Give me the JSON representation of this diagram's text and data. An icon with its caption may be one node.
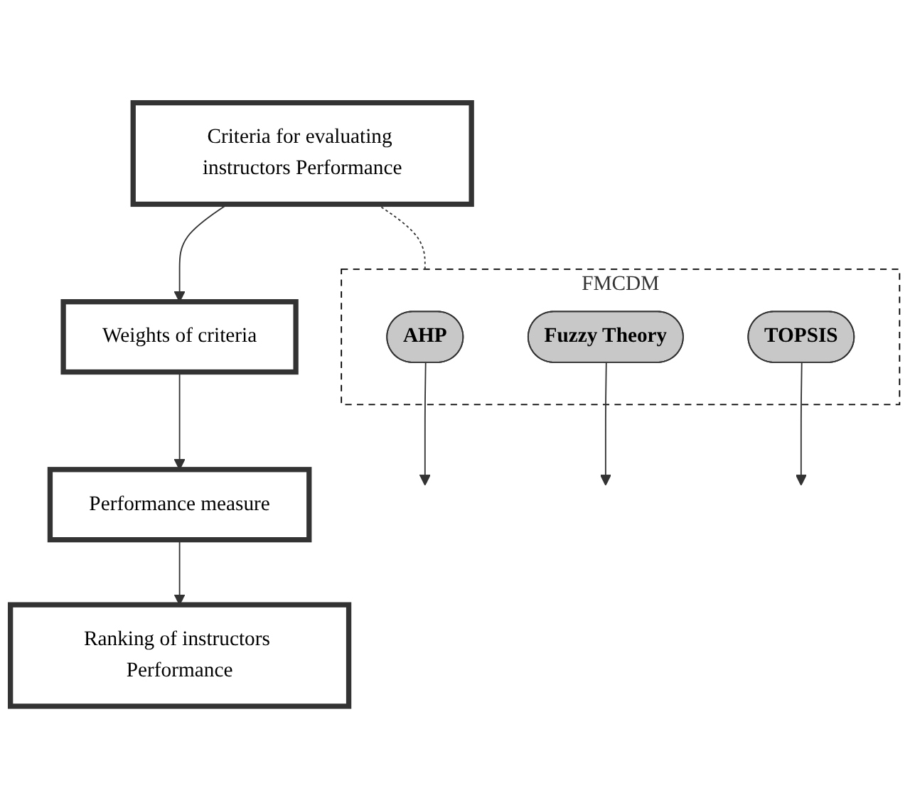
{
  "diagram": {
    "nodes": [
      {
        "text": [
          "Criteria for evaluating instructors Performance"
        ]
      },
      {
        "text": [
          "Weights of criteria"
        ]
      },
      {
        "text": [
          "Performance measure"
        ]
      },
      {
        "text": [
          "Ranking of instructors Performance"
        ]
      },
      {
        "text": [
          "FMCDM"
        ]
      },
      {
        "text": [
          "AHP"
        ],
        "in": 4
      },
      {
        "text": [
          "Fuzzy Theory"
        ],
        "in": 4
      },
      {
        "text": [
          "TOPSIS"
        ],
        "in": 4
      }
    ],
    "edges": [
      {
        "from": 0,
        "to": 1,
        "arrow": "to"
      },
      {
        "from": 1,
        "to": 2,
        "arrow": "to"
      },
      {
        "from": 2,
        "to": 3,
        "arrow": "to"
      },
      {
        "from": 5,
        "to": null,
        "arrow": "to"
      },
      {
        "from": 6,
        "to": null,
        "arrow": "to"
      },
      {
        "from": 7,
        "to": null,
        "arrow": "to"
      },
      {
        "from": 0,
        "to": 4,
        "arrow": "none",
        "style": "dashed"
      }
    ]
  }
}
